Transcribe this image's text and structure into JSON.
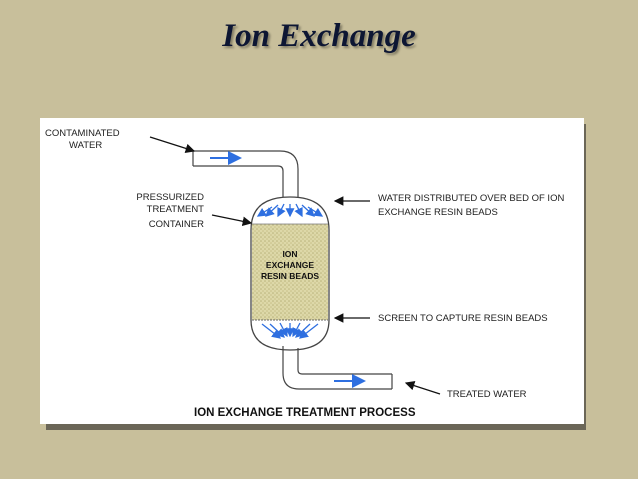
{
  "title": "Ion Exchange",
  "diagram": {
    "labels": {
      "contaminated_water": [
        "CONTAMINATED",
        "WATER"
      ],
      "pressurized_container": [
        "PRESSURIZED",
        "TREATMENT",
        "CONTAINER"
      ],
      "water_distributed": [
        "WATER DISTRIBUTED OVER BED OF ION",
        "EXCHANGE RESIN BEADS"
      ],
      "screen": "SCREEN TO CAPTURE RESIN BEADS",
      "treated_water": "TREATED WATER",
      "resin_beads": [
        "ION",
        "EXCHANGE",
        "RESIN BEADS"
      ]
    },
    "caption": "ION EXCHANGE TREATMENT PROCESS"
  },
  "colors": {
    "background": "#c8bf9b",
    "title": "#0d1633",
    "flow_arrow": "#2e6fe0",
    "resin_fill": "#ddd8a8"
  }
}
